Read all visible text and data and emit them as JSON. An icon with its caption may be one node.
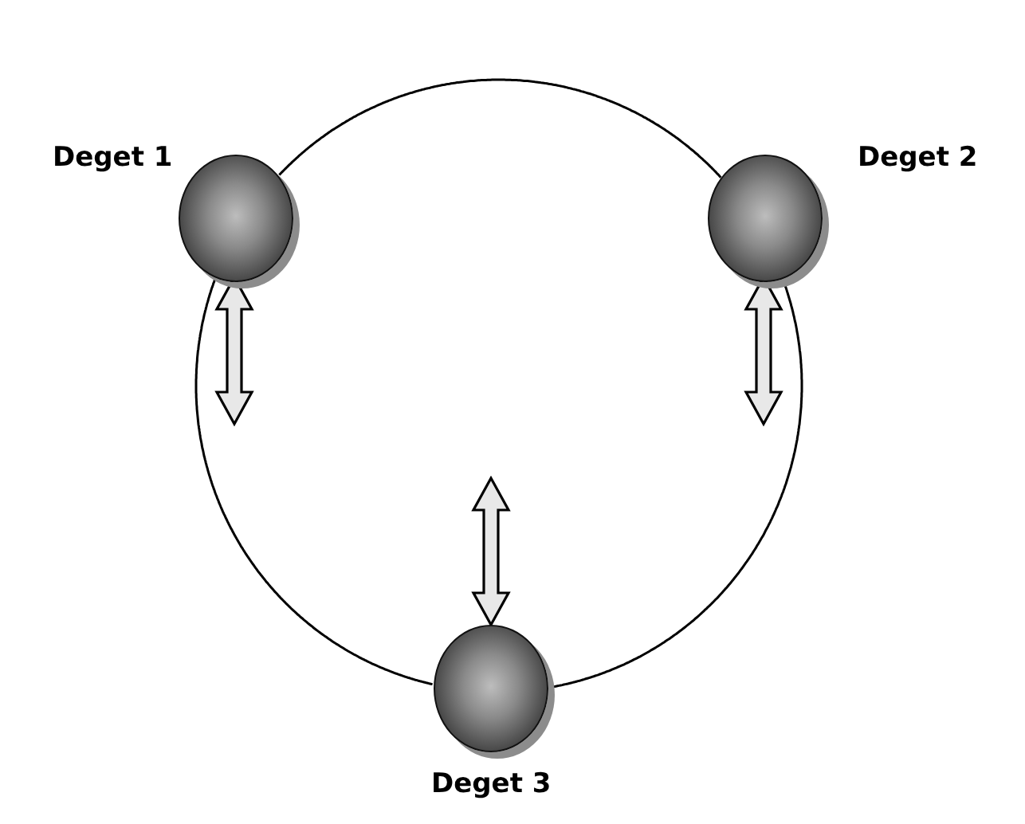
{
  "diagram": {
    "nodes": [
      {
        "text": [
          "Deget 1"
        ]
      },
      {
        "text": [
          "Deget 2"
        ]
      },
      {
        "text": [
          "Deget 3"
        ]
      }
    ],
    "edges": [
      {
        "from": 0,
        "to": 1,
        "arrow": "none"
      },
      {
        "from": 1,
        "to": 2,
        "arrow": "none"
      },
      {
        "from": 2,
        "to": 0,
        "arrow": "none"
      },
      {
        "from": 0,
        "to": null,
        "arrow": "both"
      },
      {
        "from": 1,
        "to": null,
        "arrow": "both"
      },
      {
        "from": null,
        "to": 2,
        "arrow": "both"
      }
    ]
  }
}
